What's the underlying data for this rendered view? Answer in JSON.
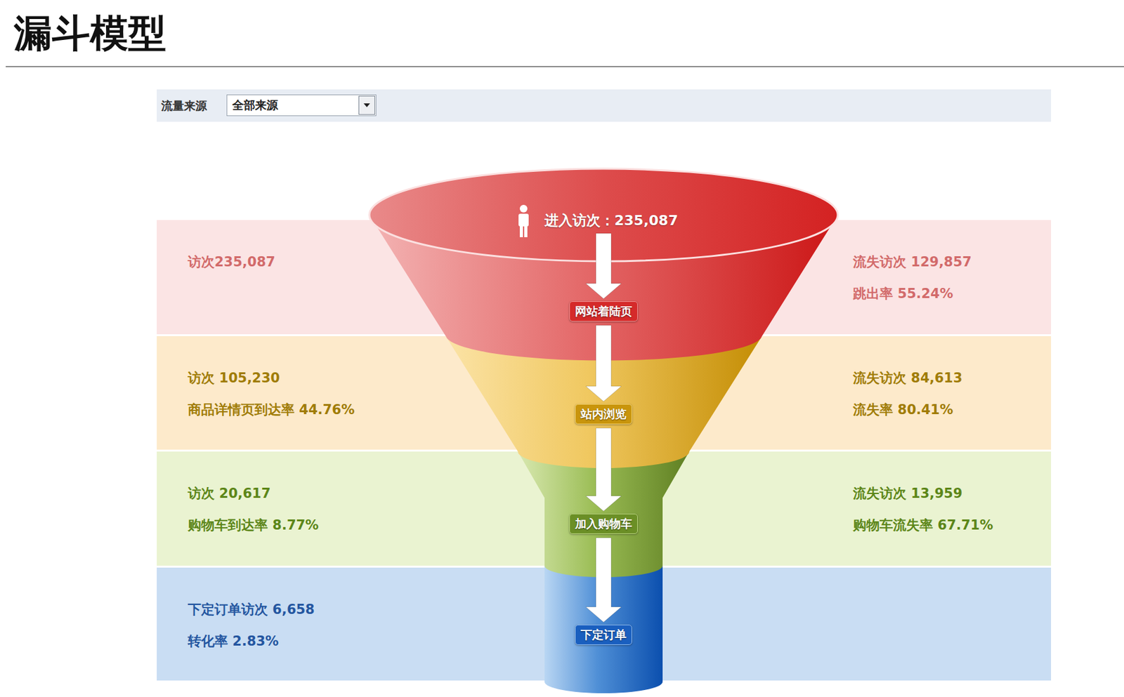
{
  "diagram": {
    "title": "漏斗模型",
    "nodes": [
      {
        "text": [
          "流量来源"
        ]
      },
      {
        "text": [
          "全部来源"
        ],
        "in": 0
      },
      {
        "text": [
          "进入访次：235,087"
        ]
      },
      {
        "text": [
          "访次235,087",
          "流失访次 129,857",
          "跳出率 55.24%"
        ]
      },
      {
        "text": [
          "网站着陆页"
        ],
        "in": 3
      },
      {
        "text": [
          "访次 105,230",
          "商品详情页到达率 44.76%",
          "流失访次 84,613",
          "流失率 80.41%"
        ]
      },
      {
        "text": [
          "站内浏览"
        ],
        "in": 5
      },
      {
        "text": [
          "访次 20,617",
          "购物车到达率 8.77%",
          "流失访次 13,959",
          "购物车流失率 67.71%"
        ]
      },
      {
        "text": [
          "加入购物车"
        ],
        "in": 7
      },
      {
        "text": [
          "下定订单访次 6,658",
          "转化率 2.83%"
        ]
      },
      {
        "text": [
          "下定订单"
        ],
        "in": 9
      }
    ],
    "edges": [
      {
        "from": 2,
        "to": 4,
        "arrow": "to"
      },
      {
        "from": 4,
        "to": 6,
        "arrow": "to"
      },
      {
        "from": 6,
        "to": 8,
        "arrow": "to"
      },
      {
        "from": 8,
        "to": 10,
        "arrow": "to"
      }
    ]
  }
}
